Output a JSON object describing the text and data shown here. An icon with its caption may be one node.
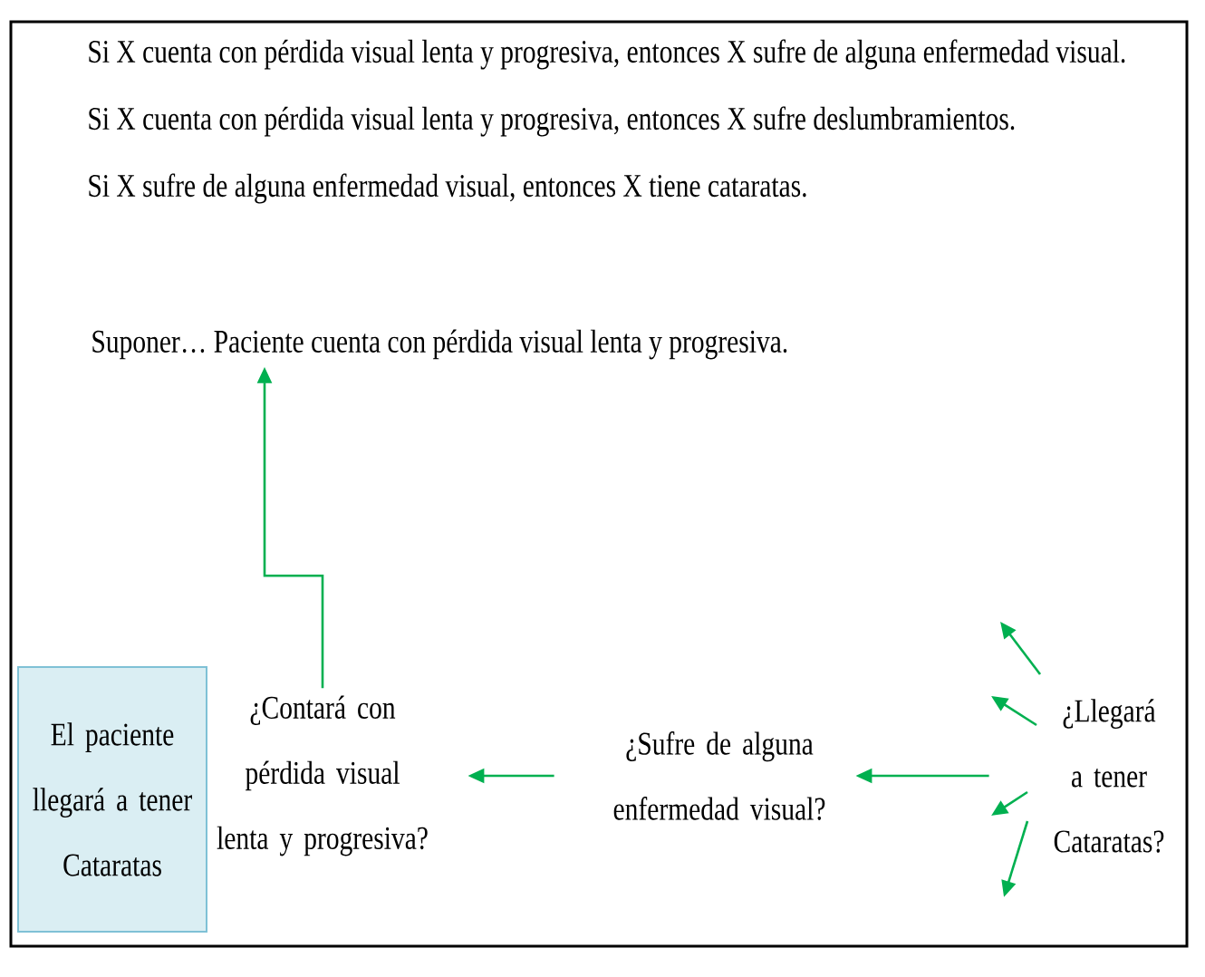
{
  "diagram": {
    "nodes": [
      {
        "text": [
          "El paciente llegará a tener Cataratas"
        ]
      },
      {
        "text": [
          "¿Contará con pérdida visual lenta y progresiva?"
        ]
      },
      {
        "text": [
          "¿Sufre de alguna enfermedad visual?"
        ]
      },
      {
        "text": [
          "¿Llegará a tener Cataratas?"
        ]
      },
      {
        "text": [
          "Suponer… Paciente cuenta con pérdida visual lenta y progresiva."
        ]
      }
    ],
    "edges": [
      {
        "from": 2,
        "to": 1,
        "arrow": "to"
      },
      {
        "from": 3,
        "to": 2,
        "arrow": "to"
      },
      {
        "from": 1,
        "to": 4,
        "arrow": "to"
      },
      {
        "from": 3,
        "to": null,
        "arrow": "to"
      },
      {
        "from": 3,
        "to": null,
        "arrow": "to"
      },
      {
        "from": 3,
        "to": null,
        "arrow": "to"
      },
      {
        "from": 3,
        "to": null,
        "arrow": "to"
      }
    ],
    "labels": [
      "Si X cuenta con pérdida visual lenta y progresiva, entonces X sufre de alguna enfermedad visual.",
      "Si X cuenta con pérdida visual lenta y progresiva, entonces X sufre deslumbramientos.",
      "Si X sufre de alguna enfermedad visual, entonces X tiene cataratas."
    ]
  }
}
